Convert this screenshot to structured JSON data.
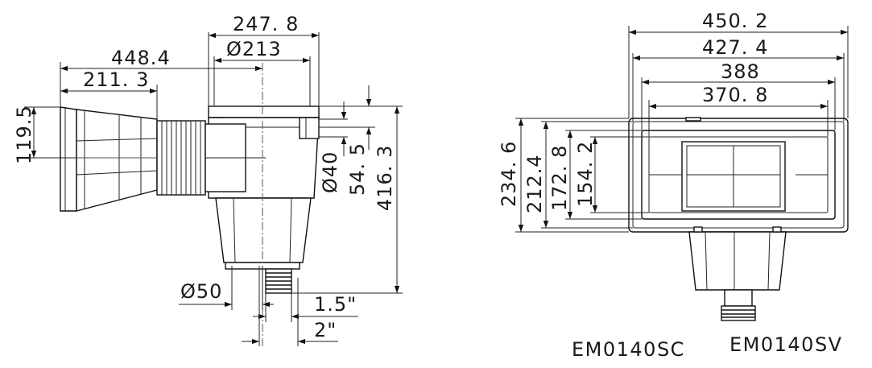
{
  "side_view": {
    "dims": {
      "w_247_8": "247. 8",
      "d_213": "Ø213",
      "w_448_4": "448.4",
      "w_211_3": "211. 3",
      "h_119_5": "119.5",
      "d_40": "Ø40",
      "h_54_5": "54. 5",
      "h_416_3": "416. 3",
      "d_50": "Ø50",
      "t_1_5": "1.5\"",
      "t_2": "2\""
    }
  },
  "front_view": {
    "dims": {
      "w_450_2": "450. 2",
      "w_427_4": "427. 4",
      "w_388": "388",
      "w_370_8": "370. 8",
      "h_234_6": "234. 6",
      "h_212_4": "212.4",
      "h_172_8": "172. 8",
      "h_154_2": "154. 2"
    }
  },
  "models": [
    "EM0140SC",
    "EM0140SV"
  ]
}
